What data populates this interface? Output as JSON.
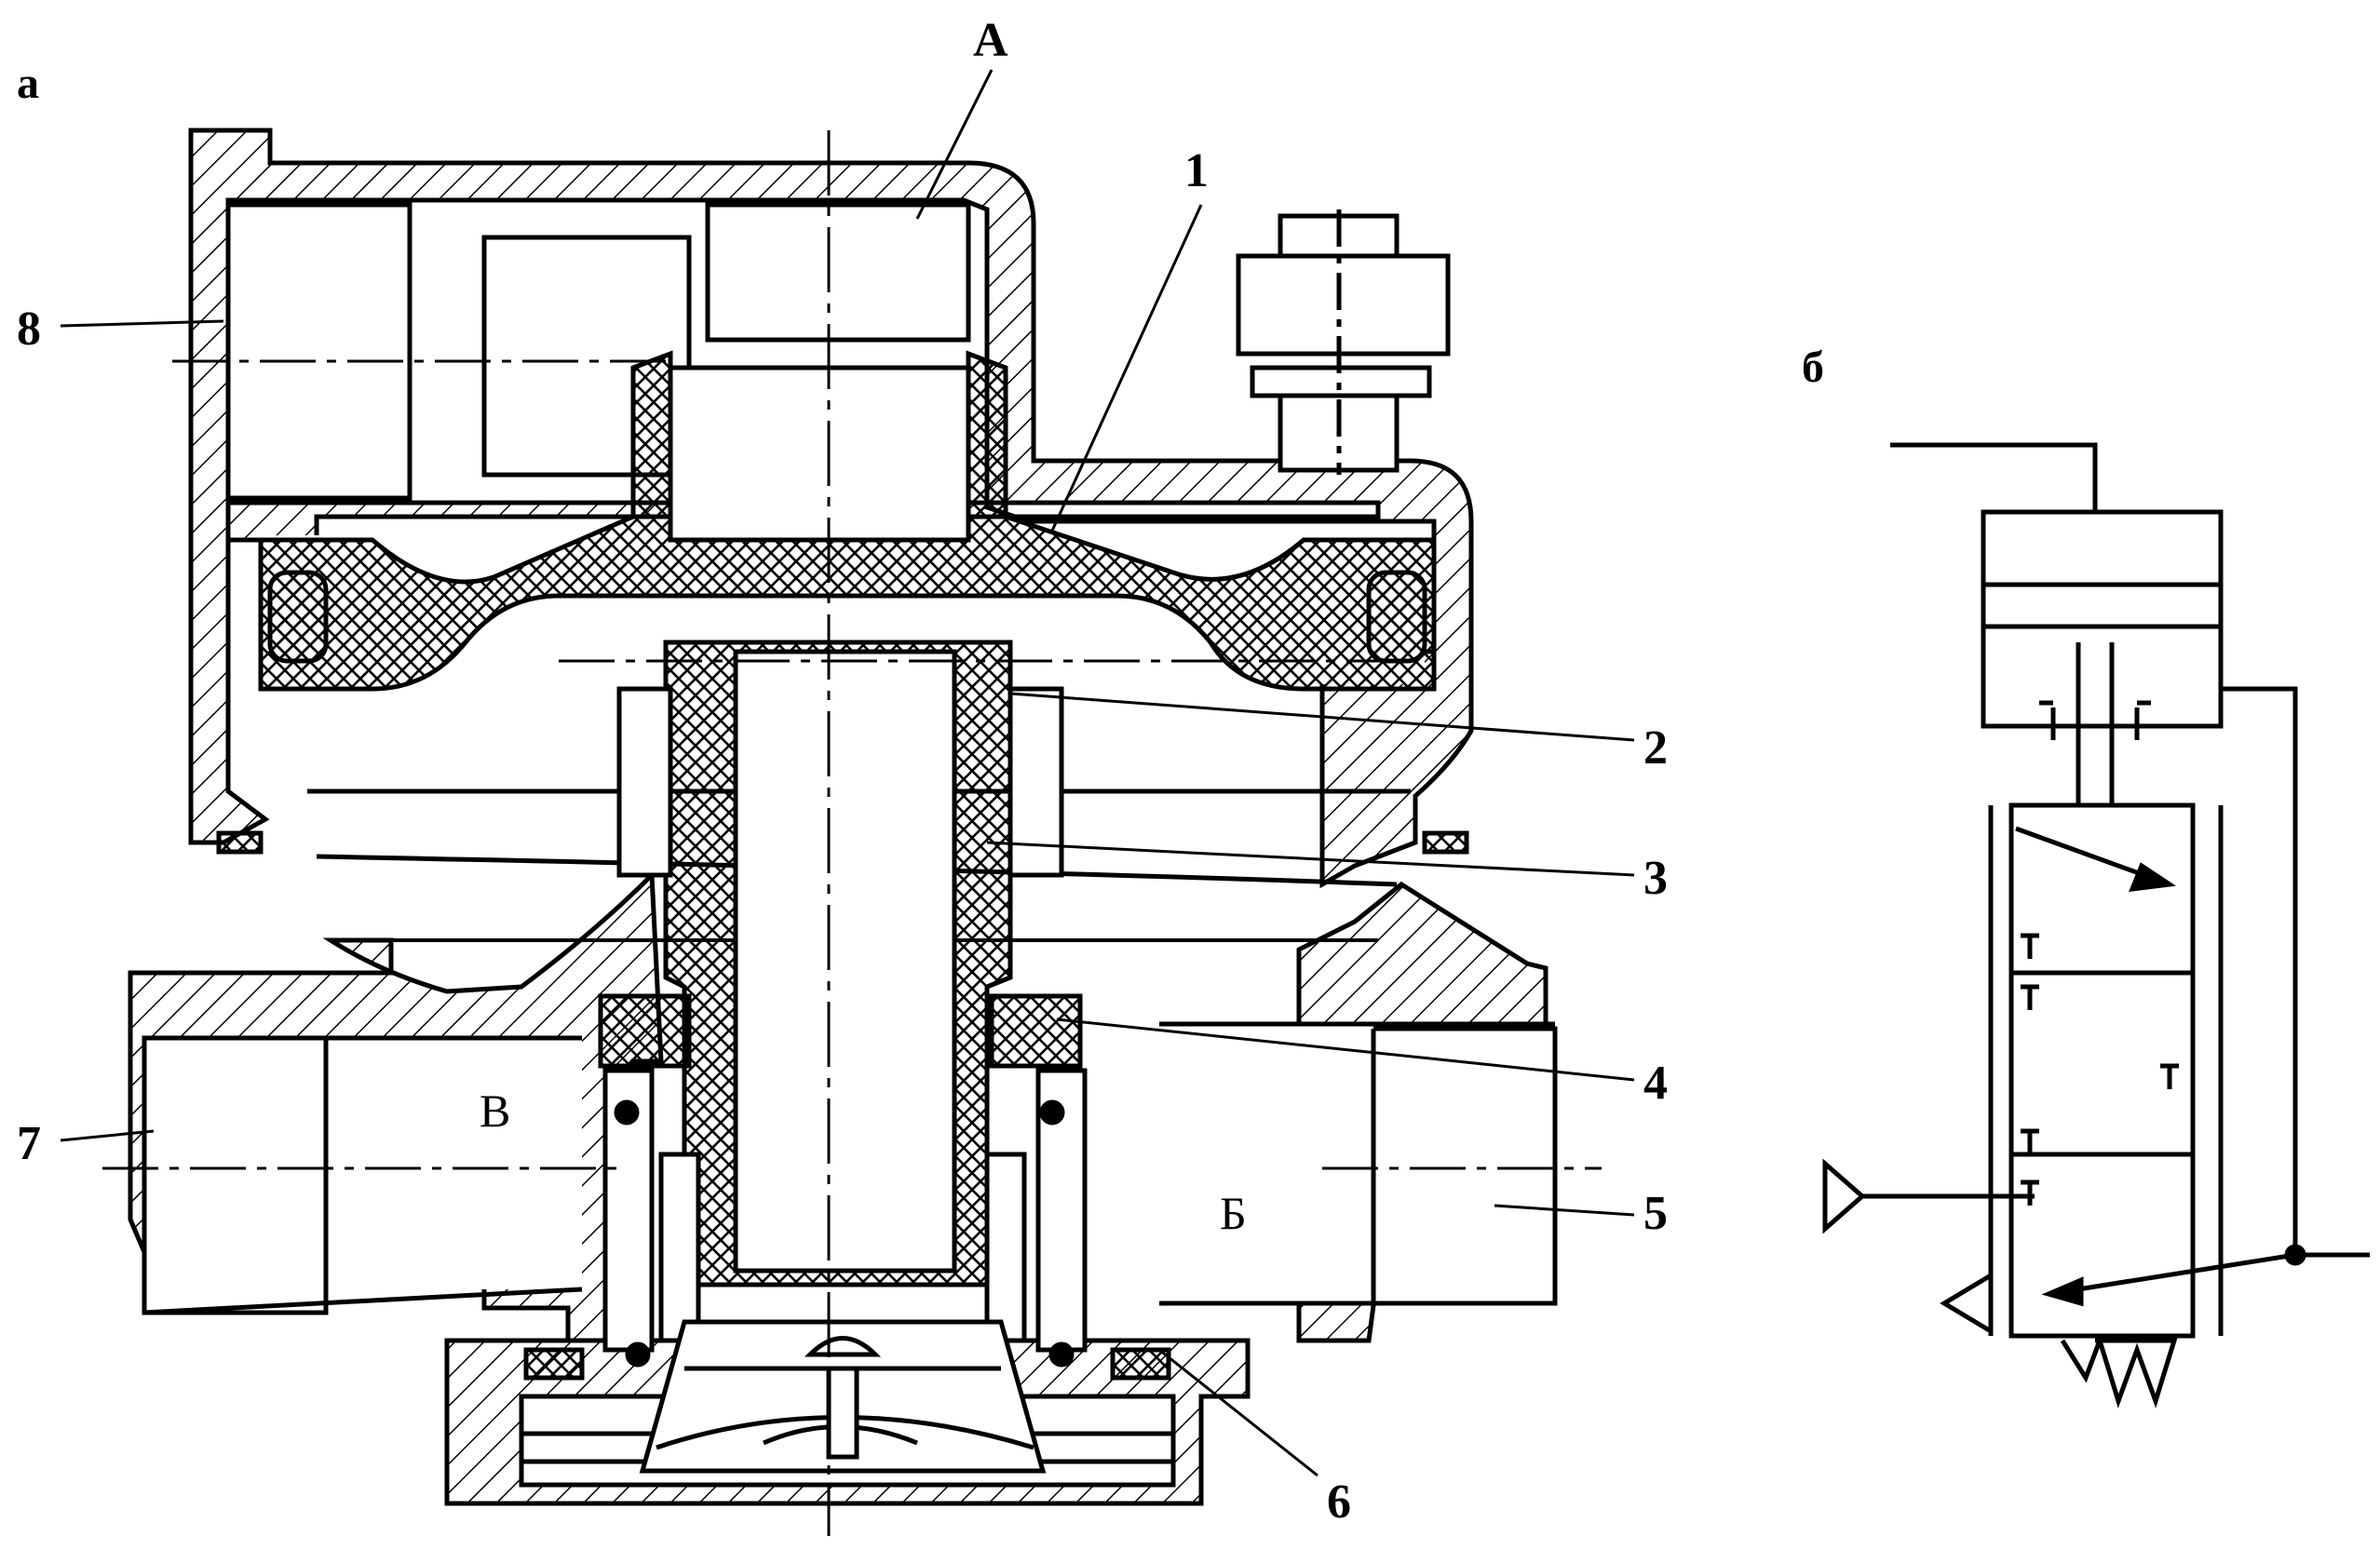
{
  "figure": {
    "panel_a_label": "а",
    "panel_b_label": "б"
  },
  "callouts": {
    "n1": "1",
    "n2": "2",
    "n3": "3",
    "n4": "4",
    "n5": "5",
    "n6": "6",
    "n7": "7",
    "n8": "8"
  },
  "chambers": {
    "a": "А",
    "b": "Б",
    "v": "В"
  },
  "colors": {
    "ink": "#000000",
    "paper": "#ffffff"
  }
}
